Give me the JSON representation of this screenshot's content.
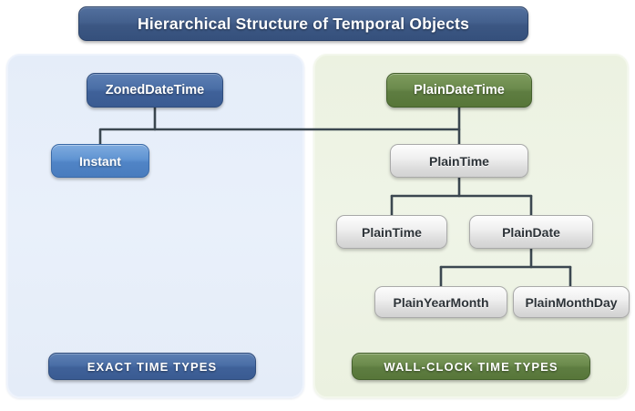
{
  "title": "Hierarchical Structure of Temporal Objects",
  "colors": {
    "title_bar": "#44608d",
    "panel_exact_bg": "#e9f0fa",
    "panel_wall_bg": "#eff4e7",
    "node_blue_dark": "#4a6ea6",
    "node_blue_light": "#6094d2",
    "node_green": "#6b8a4c",
    "node_gray": "#e4e4e4",
    "edge_line": "#3b4750"
  },
  "panels": {
    "exact": {
      "badge_label": "EXACT TIME TYPES",
      "nodes": [
        {
          "id": "zoned-date-time",
          "label": "ZonedDateTime",
          "style": "blue-dark"
        },
        {
          "id": "instant",
          "label": "Instant",
          "style": "blue-light"
        }
      ]
    },
    "wall_clock": {
      "badge_label": "WALL-CLOCK TIME TYPES",
      "nodes": [
        {
          "id": "plain-date-time",
          "label": "PlainDateTime",
          "style": "green"
        },
        {
          "id": "plain-time-root",
          "label": "PlainTime",
          "style": "gray"
        },
        {
          "id": "plain-time-child",
          "label": "PlainTime",
          "style": "gray"
        },
        {
          "id": "plain-date",
          "label": "PlainDate",
          "style": "gray"
        },
        {
          "id": "plain-year-month",
          "label": "PlainYearMonth",
          "style": "gray"
        },
        {
          "id": "plain-month-day",
          "label": "PlainMonthDay",
          "style": "gray"
        }
      ]
    }
  }
}
